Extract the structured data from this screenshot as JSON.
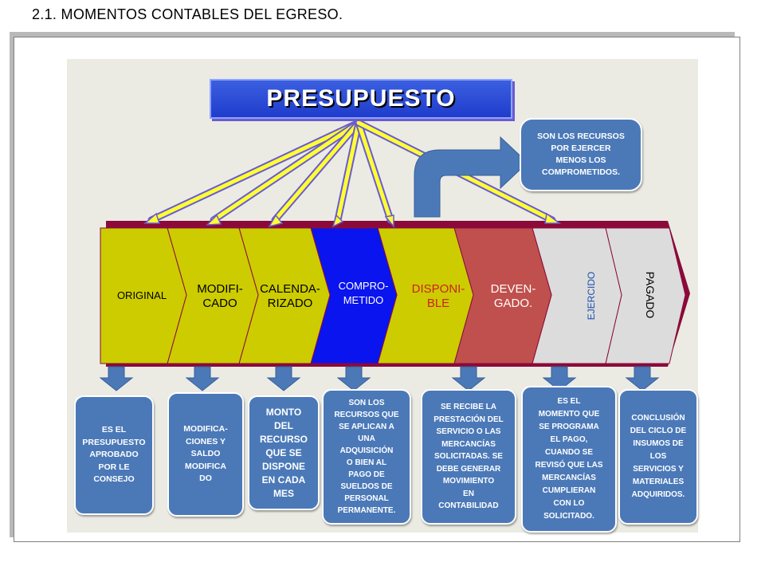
{
  "heading": "2.1. MOMENTOS CONTABLES DEL EGRESO.",
  "title": "PRESUPUESTO",
  "note": "SON LOS RECURSOS\nPOR EJERCER\nMENOS LOS\nCOMPROMETIDOS.",
  "stages": [
    {
      "label": "ORIGINAL",
      "color": "#cccc00",
      "text_color": "#000000"
    },
    {
      "label": "MODIFI-\nCADO",
      "color": "#cccc00",
      "text_color": "#000000"
    },
    {
      "label": "CALENDA-\nRIZADO",
      "color": "#cccc00",
      "text_color": "#000000"
    },
    {
      "label": "COMPRO-\nMETIDO",
      "color": "#0a14ee",
      "text_color": "#ffffff"
    },
    {
      "label": "DISPONI-\nBLE",
      "color": "#cccc00",
      "text_color": "#cc2222"
    },
    {
      "label": "DEVEN-\nGADO.",
      "color": "#c0504d",
      "text_color": "#ffffff"
    },
    {
      "label": "EJERCIDO",
      "color": "#dcdcdc",
      "text_color": "#1f4fb0"
    },
    {
      "label": "PAGADO",
      "color": "#dcdcdc",
      "text_color": "#000000"
    }
  ],
  "descriptions": [
    "ES EL\nPRESUPUESTO\nAPROBADO\nPOR LE\nCONSEJO",
    "MODIFICA-\nCIONES Y\nSALDO\nMODIFICA\nDO",
    "MONTO\nDEL\nRECURSO\nQUE SE\nDISPONE\nEN CADA\nMES",
    "SON LOS\nRECURSOS QUE\nSE APLICAN A\nUNA\nADQUISICIÓN\nO BIEN AL\nPAGO DE\nSUELDOS DE\nPERSONAL\nPERMANENTE.",
    "SE RECIBE LA\nPRESTACIÓN DEL\nSERVICIO O LAS\nMERCANCÍAS\nSOLICITADAS. SE\nDEBE GENERAR\nMOVIMIENTO\nEN\nCONTABILIDAD",
    "ES EL\nMOMENTO QUE\nSE PROGRAMA\nEL PAGO,\nCUANDO SE\nREVISÓ QUE LAS\nMERCANCÍAS\nCUMPLIERAN\nCON LO\nSOLICITADO.",
    "CONCLUSIÓN\nDEL CICLO DE\nINSUMOS DE\nLOS\nSERVICIOS Y\nMATERIALES\nADQUIRIDOS."
  ],
  "colors": {
    "background": "#ebebe4",
    "box": "#4b79b8",
    "down_arrow": "#4b79b8",
    "ray": "#ffff33",
    "ray_outline": "#6a5bd0",
    "band": "#8b0a3a"
  }
}
